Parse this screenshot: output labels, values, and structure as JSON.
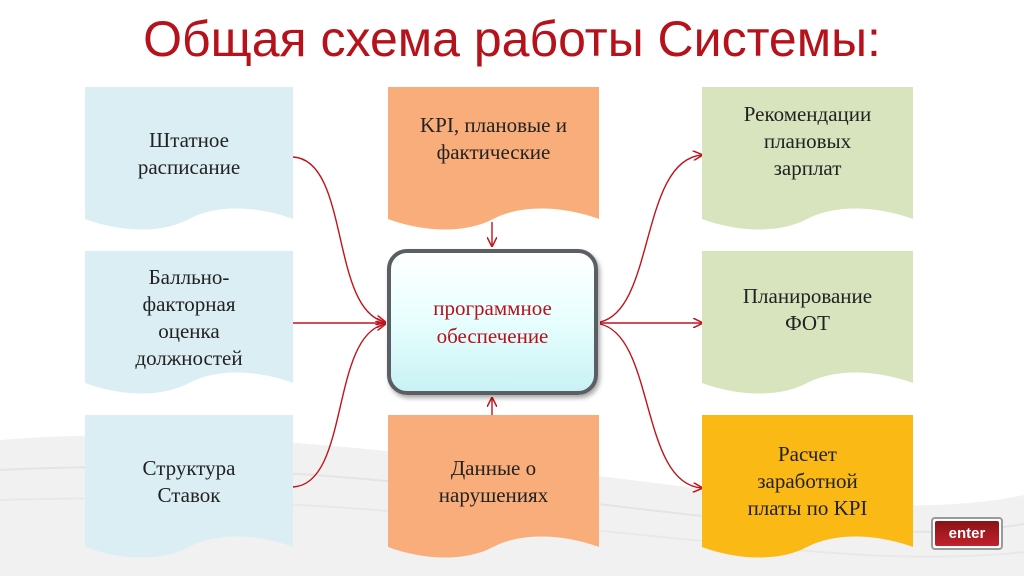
{
  "title": "Общая схема работы Системы:",
  "inputs": [
    {
      "label": "Штатное\nрасписание"
    },
    {
      "label": "Балльно-\nфакторная\nоценка\nдолжностей"
    },
    {
      "label": "Структура\nСтавок"
    }
  ],
  "top_input": {
    "label": "KPI, плановые и\nфактические"
  },
  "bottom_input": {
    "label": "Данные о\nнарушениях"
  },
  "center": {
    "label": "программное\nобеспечение"
  },
  "outputs": [
    {
      "label": "Рекомендации\nплановых\nзарплат"
    },
    {
      "label": "Планирование\nФОТ"
    },
    {
      "label": "Расчет\nзаработной\nплаты по KPI"
    }
  ],
  "enter_button": {
    "label": "enter"
  },
  "colors": {
    "title": "#b5121b",
    "input_docs": "#dbeef4",
    "middle_docs": "#f8ad7a",
    "output_docs": "#d7e4bd",
    "highlight_output": "#fbb915",
    "arrows": "#c0141c",
    "center_border": "#5b5e63"
  }
}
